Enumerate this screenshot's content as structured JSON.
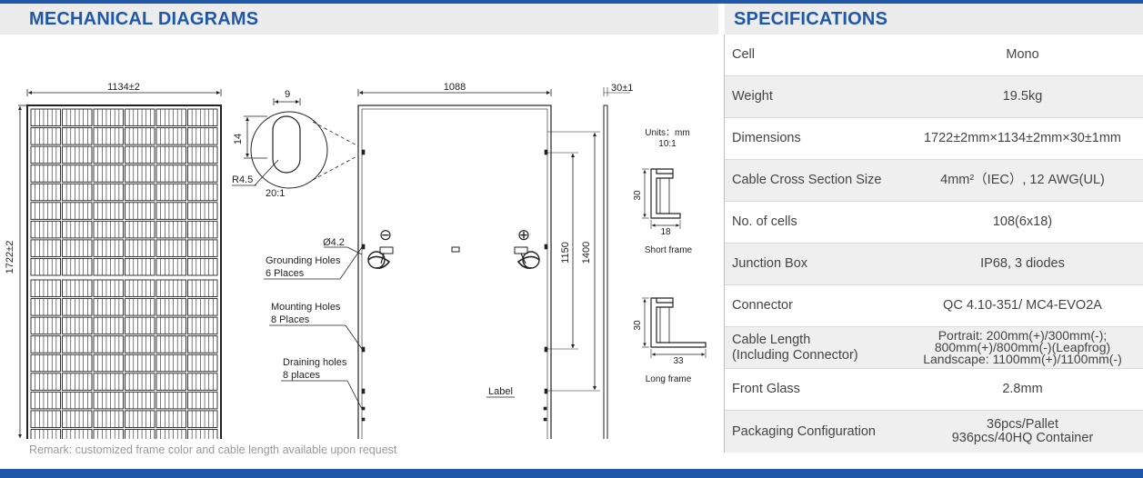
{
  "mechanical": {
    "title": "MECHANICAL DIAGRAMS",
    "remark": "Remark: customized frame color and cable length available upon request",
    "front": {
      "width_label": "1134±2",
      "height_label": "1722±2"
    },
    "detail": {
      "width_label": "9",
      "height_label": "14",
      "radius_label": "R4.5",
      "scale": "20:1"
    },
    "back": {
      "width_label": "1088",
      "dim_1150": "1150",
      "dim_1400": "1400",
      "hole_diameter": "Ø4.2",
      "minus_symbol": "⊖",
      "plus_symbol": "⊕",
      "label_text": "Label",
      "callouts": [
        {
          "line1": "Grounding Holes",
          "line2": "6 Places"
        },
        {
          "line1": "Mounting Holes",
          "line2": "8 Places"
        },
        {
          "line1": "Draining holes",
          "line2": "8 places"
        }
      ]
    },
    "side": {
      "thickness_label": "30±1"
    },
    "frames": {
      "units_line1": "Units：mm",
      "units_line2": "10:1",
      "short": {
        "height_label": "30",
        "width_label": "18",
        "caption": "Short frame"
      },
      "long": {
        "height_label": "30",
        "width_label": "33",
        "caption": "Long frame"
      }
    }
  },
  "specifications": {
    "title": "SPECIFICATIONS",
    "rows": [
      {
        "label": "Cell",
        "value": "Mono"
      },
      {
        "label": "Weight",
        "value": "19.5kg"
      },
      {
        "label": "Dimensions",
        "value": "1722±2mm×1134±2mm×30±1mm"
      },
      {
        "label": "Cable Cross Section Size",
        "value": "4mm²（IEC）, 12 AWG(UL)"
      },
      {
        "label": "No. of cells",
        "value": "108(6x18)"
      },
      {
        "label": "Junction Box",
        "value": "IP68, 3 diodes"
      },
      {
        "label": "Connector",
        "value": "QC 4.10-351/ MC4-EVO2A"
      },
      {
        "label_lines": [
          "Cable Length",
          "(Including Connector)"
        ],
        "value_lines": [
          "Portrait: 200mm(+)/300mm(-);",
          "800mm(+)/800mm(-)(Leapfrog)",
          "Landscape: 1100mm(+)/1100mm(-)"
        ]
      },
      {
        "label": "Front Glass",
        "value": "2.8mm"
      },
      {
        "label": "Packaging Configuration",
        "value_lines": [
          "36pcs/Pallet",
          "936pcs/40HQ Container"
        ]
      }
    ]
  }
}
